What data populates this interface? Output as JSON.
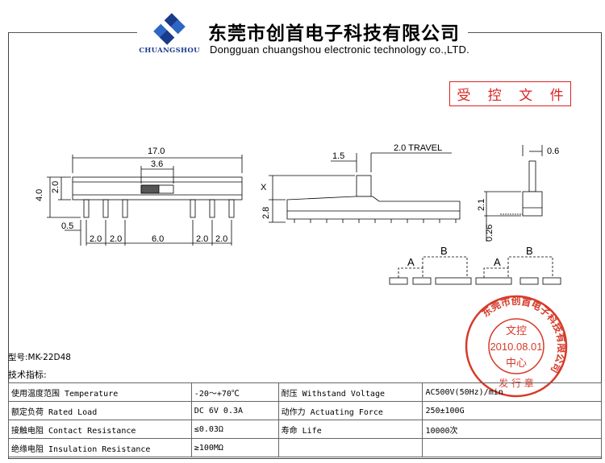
{
  "header": {
    "logo_text": "CHUANGSHOU",
    "company_cn": "东莞市创首电子科技有限公司",
    "company_en": "Dongguan chuangshou electronic technology co.,LTD.",
    "logo_icon": "s-logo-icon",
    "brand_color": "#1a3a8c"
  },
  "controlled_doc_label": "受 控 文 件",
  "drawing": {
    "dim_overall": "17.0",
    "dim_knob": "3.6",
    "dim_height": "4.0",
    "dim_body": "2.0",
    "dim_pin_offset": "0.5",
    "dim_pitch_a": "2.0",
    "dim_pitch_b": "2.0",
    "dim_center": "6.0",
    "dim_pitch_c": "2.0",
    "dim_pitch_d": "2.0",
    "dim_lever": "1.5",
    "dim_travel": "2.0  TRAVEL",
    "dim_x": "X",
    "dim_side_h": "2.8",
    "dim_end_w": "0.6",
    "dim_end_h": "2.1",
    "dim_end_t": "0.26",
    "circuit_a1": "A",
    "circuit_b1": "B",
    "circuit_a2": "A",
    "circuit_b2": "B"
  },
  "red_stamp": {
    "ring_text": "东莞市创首电子科技有限公司",
    "center_top": "文控",
    "date": "2010.08.01",
    "center_bottom": "中心",
    "bottom": "发 行 章",
    "color": "#d63a2a"
  },
  "model": "型号:MK-22D48",
  "spec_title": "技术指标:",
  "specs": [
    [
      "使用温度范围 Temperature",
      "-20～+70℃",
      "耐压 Withstand Voltage",
      "AC500V(50Hz)/min"
    ],
    [
      "额定负荷 Rated Load",
      "DC 6V 0.3A",
      "动作力 Actuating Force",
      "250±100G"
    ],
    [
      "接触电阻 Contact Resistance",
      "≤0.03Ω",
      "寿命 Life",
      "10000次"
    ],
    [
      "绝缘电阻 Insulation Resistance",
      "≥100MΩ",
      "",
      ""
    ]
  ]
}
